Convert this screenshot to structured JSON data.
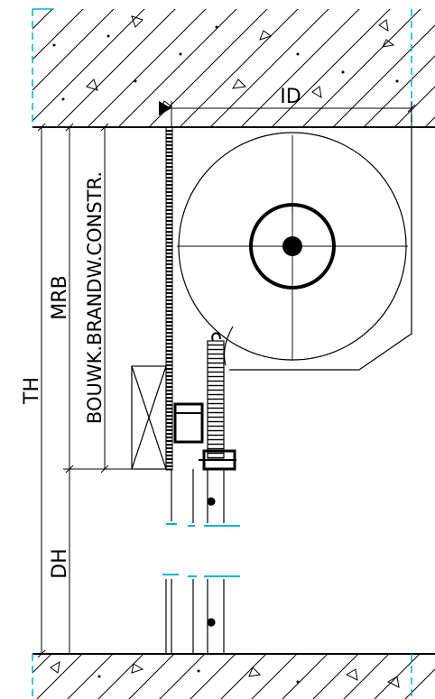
{
  "drawing": {
    "labels": {
      "id": "ID",
      "mrb": "MRB",
      "bouwk": "BOUWK.BRANDW.CONSTR.",
      "th": "TH",
      "dh": "DH"
    },
    "colors": {
      "line": "#000000",
      "cut_marks": "#00b4d8",
      "background": "#ffffff"
    }
  }
}
